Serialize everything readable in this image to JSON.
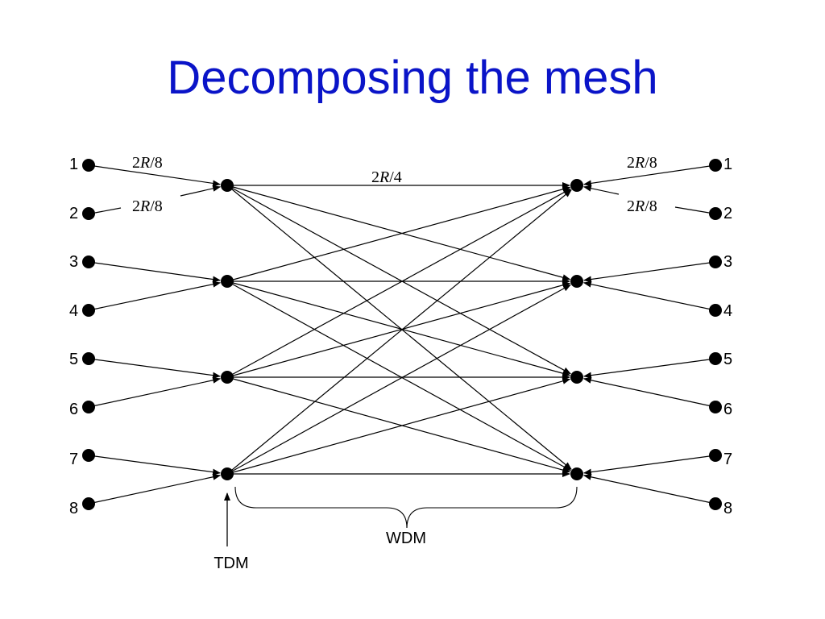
{
  "title": "Decomposing the mesh",
  "left_ports": [
    "1",
    "2",
    "3",
    "4",
    "5",
    "6",
    "7",
    "8"
  ],
  "right_ports": [
    "1",
    "2",
    "3",
    "4",
    "5",
    "6",
    "7",
    "8"
  ],
  "rate_labels": {
    "left_top": {
      "num": "2",
      "var": "R",
      "den": "/8"
    },
    "left_second": {
      "num": "2",
      "var": "R",
      "den": "/8"
    },
    "middle": {
      "num": "2",
      "var": "R",
      "den": "/4"
    },
    "right_top": {
      "num": "2",
      "var": "R",
      "den": "/8"
    },
    "right_second": {
      "num": "2",
      "var": "R",
      "den": "/8"
    }
  },
  "annotations": {
    "tdm": "TDM",
    "wdm": "WDM"
  },
  "colors": {
    "title": "#0a14c8",
    "diagram": "#000000"
  }
}
